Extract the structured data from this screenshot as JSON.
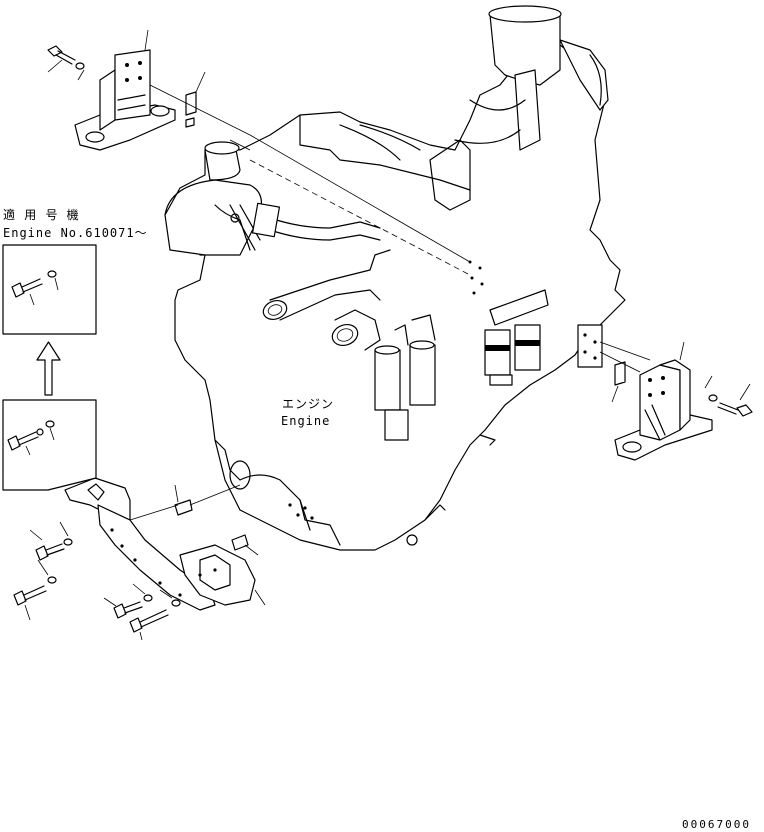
{
  "labels": {
    "applicable_machine_jp": "適 用 号 機",
    "serial_range": "Engine No.610071～",
    "engine_jp": "エンジン",
    "engine_en": "Engine",
    "drawing_number": "00067000"
  },
  "icons": {
    "arrow": "up-arrow-icon"
  },
  "colors": {
    "line": "#000000",
    "background": "#ffffff"
  }
}
